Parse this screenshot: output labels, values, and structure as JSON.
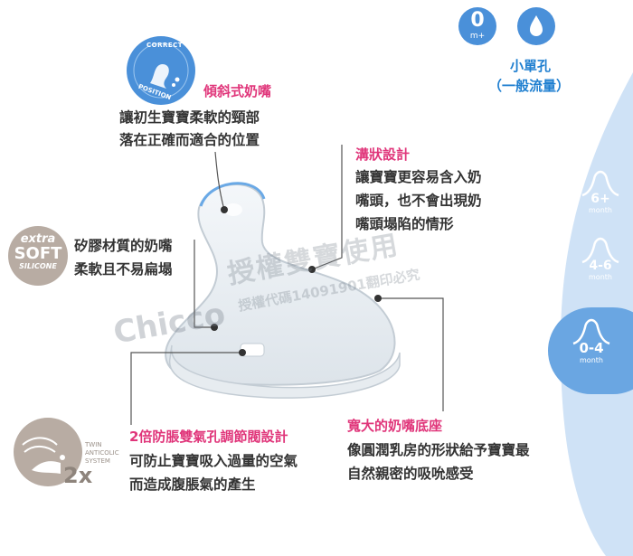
{
  "badges": {
    "age_number": "0",
    "age_suffix": "m+",
    "flow_title": "小單孔",
    "flow_subtitle": "（一般流量）",
    "correct_position_top": "CORRECT",
    "correct_position_bottom": "POSITION",
    "extra_soft_line1": "extra",
    "extra_soft_line2": "SOFT",
    "extra_soft_line3": "SILICONE",
    "twin_anticolic_line1": "TWIN",
    "twin_anticolic_line2": "ANTICOLIC",
    "twin_anticolic_line3": "SYSTEM",
    "twin_anticolic_count": "2x"
  },
  "features": {
    "angled": {
      "title": "傾斜式奶嘴",
      "line1": "讓初生寶寶柔軟的頸部",
      "line2": "落在正確而適合的位置"
    },
    "groove": {
      "title": "溝狀設計",
      "line1": "讓寶寶更容易含入奶",
      "line2": "嘴頭，也不會出現奶",
      "line3": "嘴頭塌陷的情形"
    },
    "silicone": {
      "line1": "矽膠材質的奶嘴",
      "line2": "柔軟且不易扁塌"
    },
    "anticolic": {
      "title": "2倍防脹雙氣孔調節閥設計",
      "line1": "可防止寶寶吸入過量的空氣",
      "line2": "而造成腹脹氣的產生"
    },
    "base": {
      "title": "寬大的奶嘴底座",
      "line1": "像圓潤乳房的形狀給予寶寶最",
      "line2": "自然親密的吸吮感受"
    }
  },
  "stages": [
    {
      "number": "6+",
      "unit": "month"
    },
    {
      "number": "4-6",
      "unit": "month"
    },
    {
      "number": "0-4",
      "unit": "month"
    }
  ],
  "watermark": {
    "brand": "Chicco",
    "line1": "授權雙寶使用",
    "line2": "授權代碼14091901翻印必究"
  },
  "colors": {
    "pink": "#e0357a",
    "blue": "#1f7fd0",
    "panel": "#c9def3",
    "active": "#5b9ee0"
  }
}
